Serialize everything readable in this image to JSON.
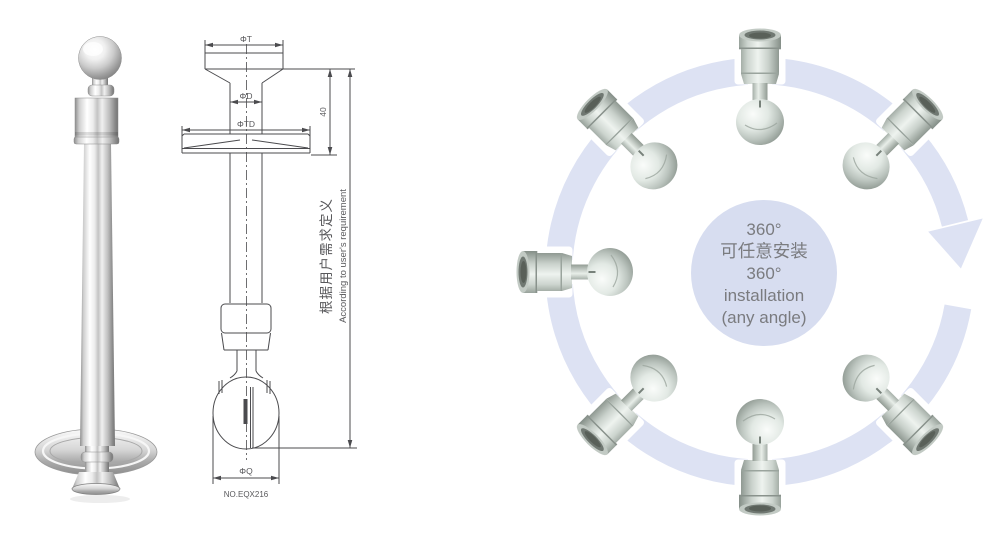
{
  "page": {
    "background_color": "#ffffff"
  },
  "drawing": {
    "labels": {
      "top_diameter": "ΦT",
      "neck_diameter": "ΦD",
      "flange_diameter": "ΦTD",
      "ball_diameter": "ΦQ",
      "ferrule_height": "40",
      "length_note_cn": "根据用户需求定义",
      "length_note_en": "According to user's requirement",
      "model_no": "NO.EQX216"
    },
    "line_color": "#4b4b4e",
    "text_color": "#58585b"
  },
  "rotation_diagram": {
    "center_lines": [
      "360°",
      "可任意安装",
      "360°",
      "installation",
      "(any angle)"
    ],
    "ring_color": "#dde2f3",
    "center_circle_color": "#d7ddf0",
    "text_color": "#7a7b7f",
    "head_positions_deg": [
      90,
      135,
      180,
      225,
      270,
      315,
      45
    ]
  }
}
